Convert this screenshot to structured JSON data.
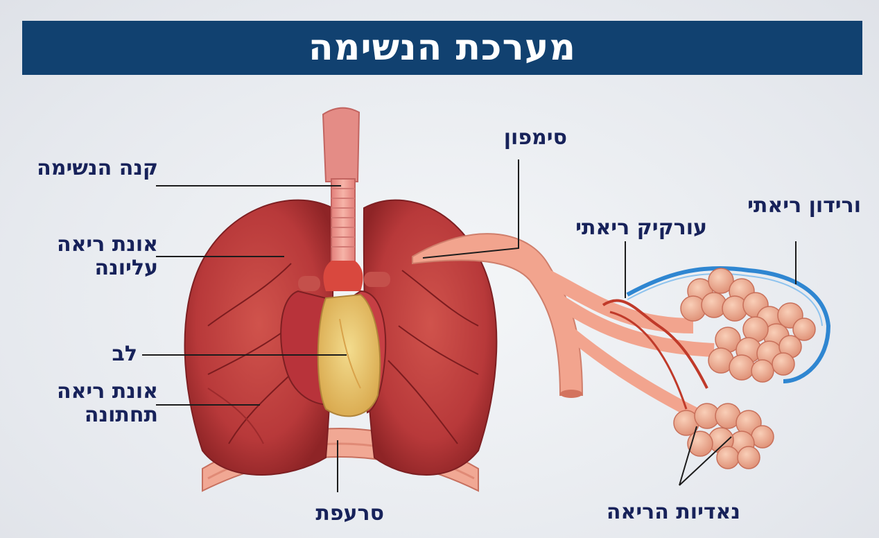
{
  "title": "מערכת הנשימה",
  "labels": {
    "trachea": "קנה הנשימה",
    "upper_lobe": [
      "אונת ריאה",
      "עליונה"
    ],
    "heart": "לב",
    "lower_lobe": [
      "אונת ריאה",
      "תחתונה"
    ],
    "diaphragm": "סרעפת",
    "bronchus": "סימפון",
    "pulmonary_artery": "עורקיק ריאתי",
    "pulmonary_vein": "ורידון ריאתי",
    "alveoli": "נאדיות הריאה"
  },
  "colors": {
    "title_bar": "#114170",
    "label_text": "#17225a",
    "lung": "#b8393a",
    "heart": "#e8c56a",
    "bronchus": "#f2a48e",
    "vein": "#2f86d1"
  }
}
